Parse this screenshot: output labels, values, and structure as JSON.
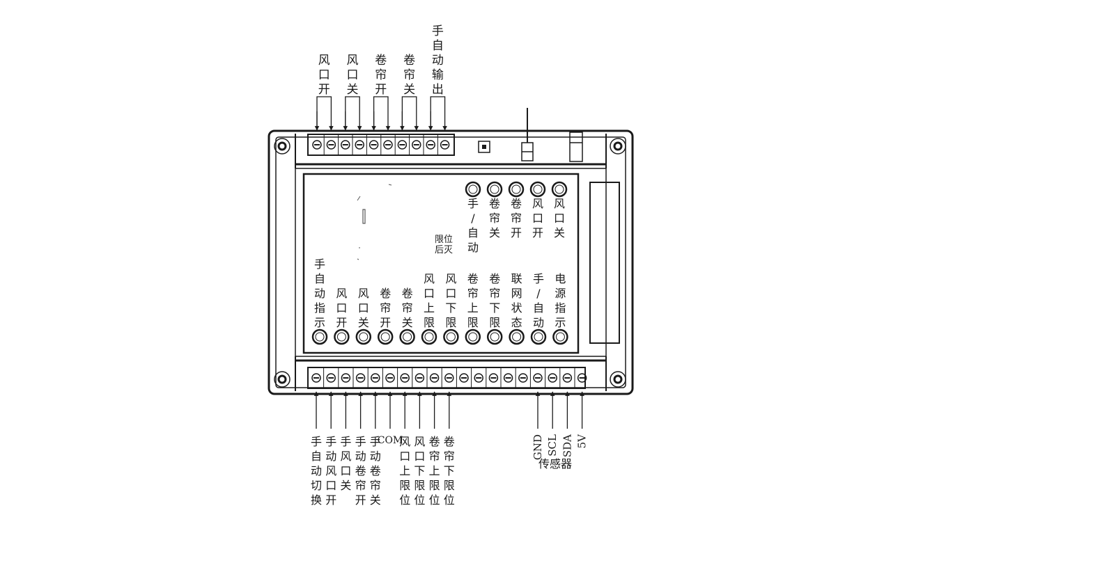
{
  "top_outputs": [
    {
      "id": "vent-open",
      "label": "风口开"
    },
    {
      "id": "vent-close",
      "label": "风口关"
    },
    {
      "id": "curtain-open",
      "label": "卷帘开"
    },
    {
      "id": "curtain-close",
      "label": "卷帘关"
    },
    {
      "id": "manual-auto-output",
      "label": "手自动输出"
    }
  ],
  "panel_top_leds": [
    {
      "id": "manual-auto",
      "label": "手/自动"
    },
    {
      "id": "curtain-close",
      "label": "卷帘关"
    },
    {
      "id": "curtain-open",
      "label": "卷帘开"
    },
    {
      "id": "vent-open",
      "label": "风口开"
    },
    {
      "id": "vent-close",
      "label": "风口关"
    }
  ],
  "limit_note": {
    "line1": "限位",
    "line2": "后灭"
  },
  "panel_bottom_leds": [
    {
      "id": "manual-auto-indicator",
      "label": "手自动指示"
    },
    {
      "id": "vent-open",
      "label": "风口开"
    },
    {
      "id": "vent-close",
      "label": "风口关"
    },
    {
      "id": "curtain-open",
      "label": "卷帘开"
    },
    {
      "id": "curtain-close",
      "label": "卷帘关"
    },
    {
      "id": "vent-upper-limit",
      "label": "风口上限"
    },
    {
      "id": "vent-lower-limit",
      "label": "风口下限"
    },
    {
      "id": "curtain-upper-limit",
      "label": "卷帘上限"
    },
    {
      "id": "curtain-lower-limit",
      "label": "卷帘下限"
    },
    {
      "id": "network-status",
      "label": "联网状态"
    },
    {
      "id": "manual-auto",
      "label": "手/自动"
    },
    {
      "id": "power-indicator",
      "label": "电源指示"
    }
  ],
  "bottom_inputs": [
    {
      "id": "manual-auto-switch",
      "label": "手自动切换"
    },
    {
      "id": "manual-vent-open",
      "label": "手动风口开"
    },
    {
      "id": "manual-vent-close",
      "label": "手风口关"
    },
    {
      "id": "manual-curtain-open",
      "label": "手动卷帘开"
    },
    {
      "id": "manual-curtain-close",
      "label": "手动卷帘关"
    },
    {
      "id": "com",
      "label": "COM"
    },
    {
      "id": "vent-upper-limit",
      "label": "风口上限位"
    },
    {
      "id": "vent-lower-limit",
      "label": "风口下限位"
    },
    {
      "id": "curtain-upper-limit",
      "label": "卷帘上限位"
    },
    {
      "id": "curtain-lower-limit",
      "label": "卷帘下限位"
    }
  ],
  "sensor_pins": [
    {
      "id": "gnd",
      "label": "GND"
    },
    {
      "id": "scl",
      "label": "SCL"
    },
    {
      "id": "sda",
      "label": "SDA"
    },
    {
      "id": "5v",
      "label": "5V"
    }
  ],
  "sensor_group_label": "传感器"
}
